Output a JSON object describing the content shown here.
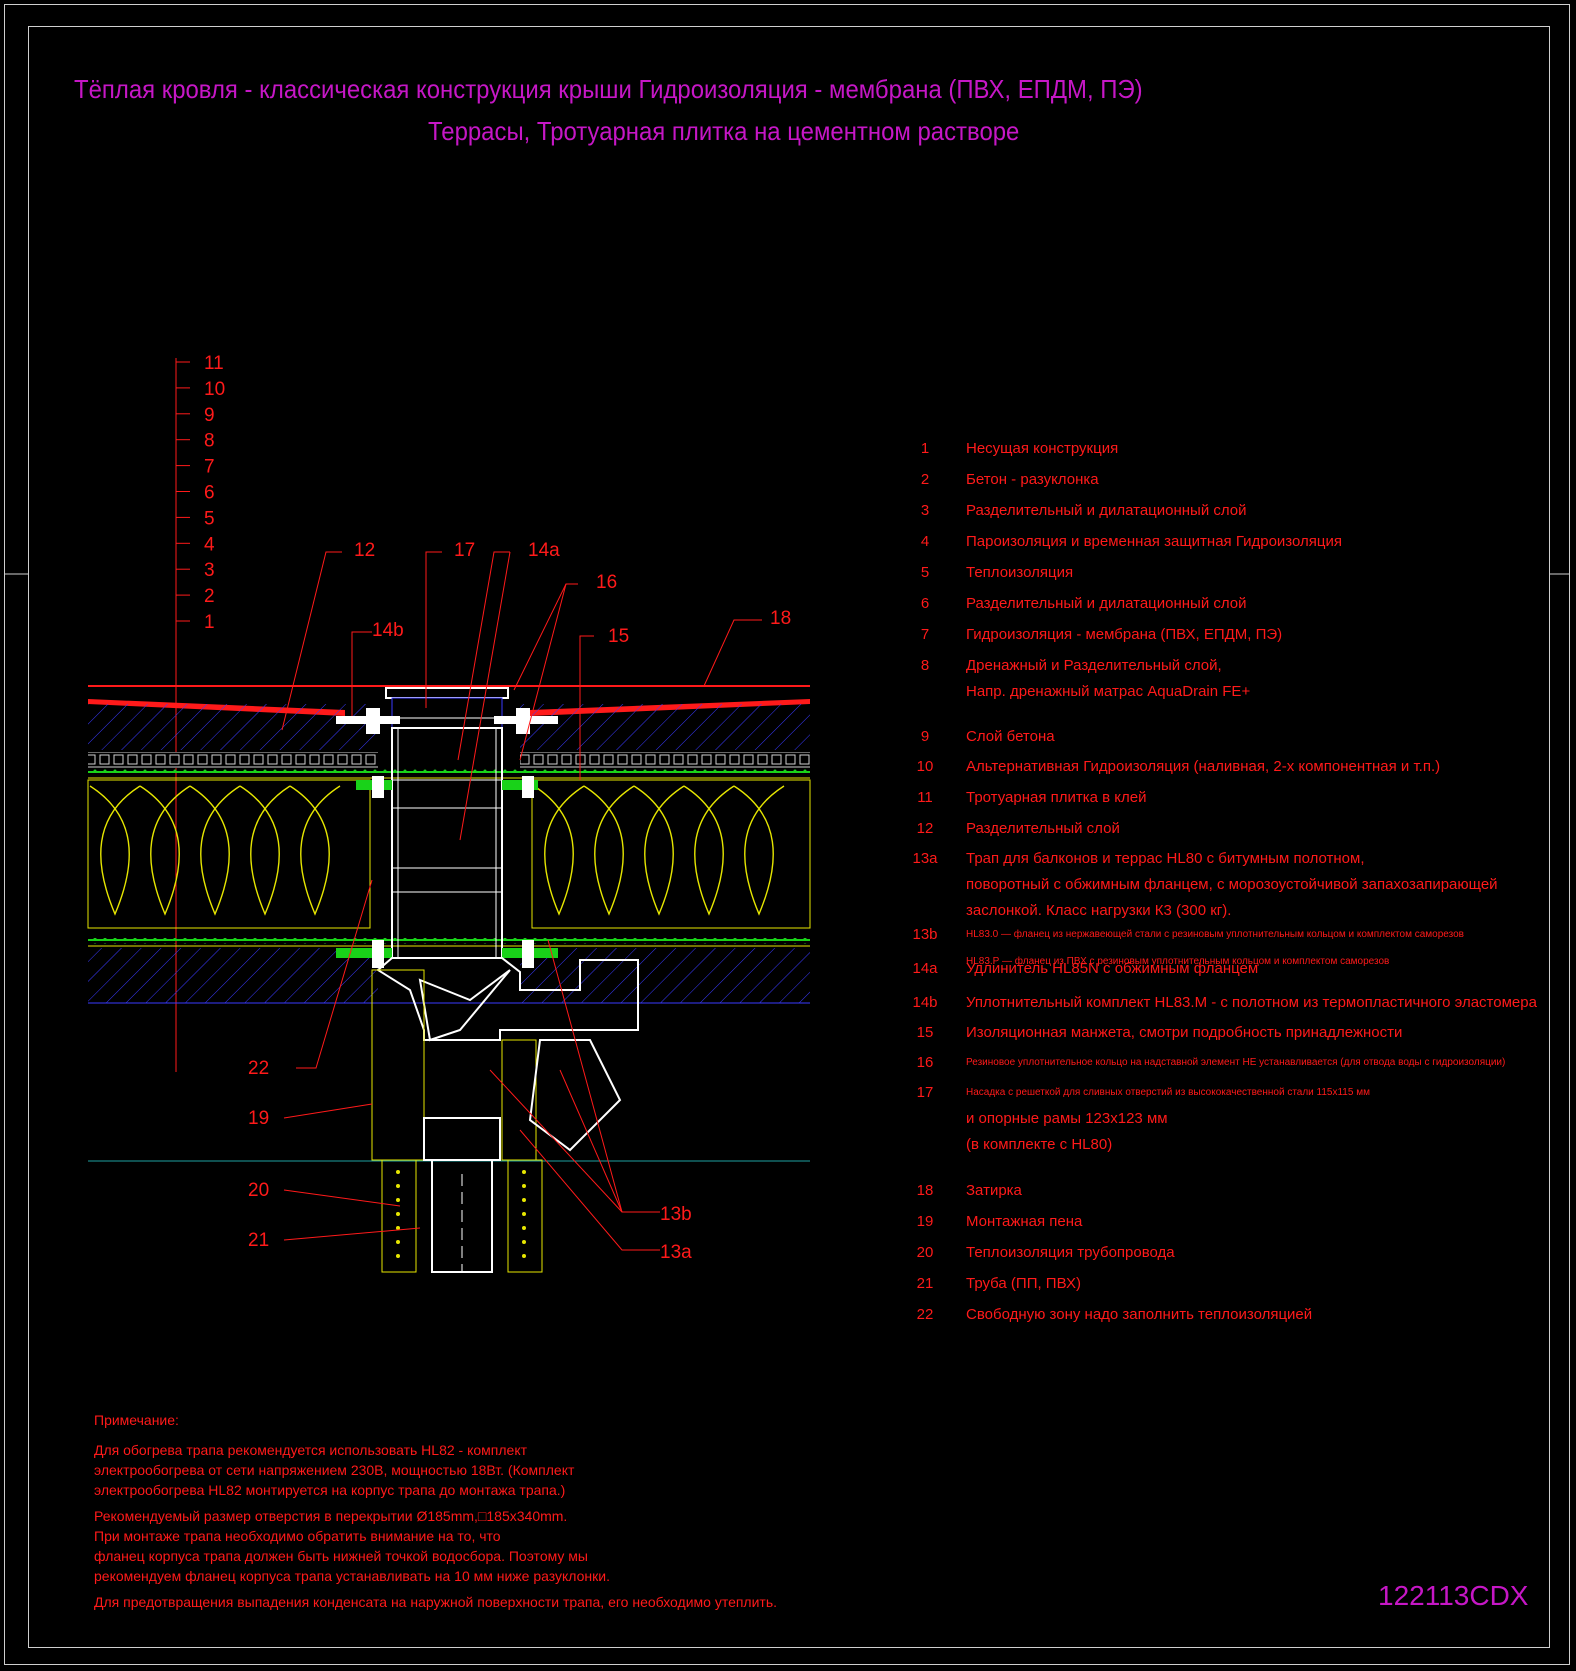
{
  "title": {
    "line1": "Тёплая кровля - классическая конструкция крыши Гидроизоляция - мембрана (ПВХ, ЕПДМ, ПЭ)",
    "line2": "Террасы, Тротуарная плитка на цементном растворе"
  },
  "scale_labels": [
    "11",
    "10",
    "9",
    "8",
    "7",
    "6",
    "5",
    "4",
    "3",
    "2",
    "1"
  ],
  "callouts": [
    "12",
    "17",
    "14a",
    "16",
    "14b",
    "15",
    "18",
    "22",
    "19",
    "20",
    "21",
    "13b",
    "13a"
  ],
  "legend": [
    {
      "num": "1",
      "lines": [
        "Несущая конструкция"
      ]
    },
    {
      "num": "2",
      "lines": [
        "Бетон - разуклонка"
      ]
    },
    {
      "num": "3",
      "lines": [
        "Разделительный и дилатационный слой"
      ]
    },
    {
      "num": "4",
      "lines": [
        "Пароизоляция и временная защитная Гидроизоляция"
      ]
    },
    {
      "num": "5",
      "lines": [
        "Теплоизоляция"
      ]
    },
    {
      "num": "6",
      "lines": [
        "Разделительный и дилатационный слой"
      ]
    },
    {
      "num": "7",
      "lines": [
        "Гидроизоляция - мембрана (ПВХ, ЕПДМ, ПЭ)"
      ]
    },
    {
      "num": "8",
      "lines": [
        "Дренажный и Разделительный слой,",
        "Напр. дренажный матрас AquaDrain FE+"
      ]
    },
    {
      "num": "9",
      "lines": [
        "Слой бетона"
      ]
    },
    {
      "num": "10",
      "lines": [
        "Альтернативная Гидроизоляция (наливная, 2-х компонентная и т.п.)"
      ]
    },
    {
      "num": "11",
      "lines": [
        "Тротуарная плитка в клей"
      ]
    },
    {
      "num": "12",
      "lines": [
        "Разделительный слой"
      ]
    },
    {
      "num": "13a",
      "lines": [
        "Трап для балконов и террас HL80 с битумным полотном,",
        "поворотный с обжимным фланцем, с морозоустойчивой запахозапирающей",
        "заслонкой. Класс нагрузки К3 (300 кг)."
      ]
    },
    {
      "num": "13b",
      "small": true,
      "lines": [
        "HL83.0 — фланец из нержавеющей стали с резиновым уплотнительным кольцом и комплектом саморезов",
        "HL83.P — фланец из ПВХ с резиновым уплотнительным кольцом и комплектом саморезов"
      ]
    },
    {
      "num": "14a",
      "lines": [
        "Удлинитель HL85N с обжимным фланцем"
      ]
    },
    {
      "num": "14b",
      "lines": [
        "Уплотнительный комплект HL83.M - с полотном из термопластичного эластомера"
      ]
    },
    {
      "num": "15",
      "lines": [
        "Изоляционная  манжета, смотри подробность принадлежности"
      ]
    },
    {
      "num": "16",
      "small": true,
      "lines": [
        "Резиновое уплотнительное кольцо на надставной элемент НЕ устанавливается (для отвода воды с гидроизоляции)"
      ]
    },
    {
      "num": "17",
      "small": true,
      "lines": [
        "Насадка с решеткой для сливных отверстий из высококачественной стали 115x115 мм"
      ]
    },
    {
      "num": "",
      "lines": [
        "и опорные рамы 123x123 мм",
        "(в комплекте с HL80)"
      ]
    },
    {
      "num": "18",
      "lines": [
        "Затирка"
      ]
    },
    {
      "num": "19",
      "lines": [
        "Монтажная пена"
      ]
    },
    {
      "num": "20",
      "lines": [
        "Теплоизоляция трубопровода"
      ]
    },
    {
      "num": "21",
      "lines": [
        "Труба (ПП, ПВХ)"
      ]
    },
    {
      "num": "22",
      "lines": [
        "Свободную зону надо заполнить теплоизоляцией"
      ]
    }
  ],
  "notes": {
    "heading": "Примечание:",
    "paragraphs": [
      [
        "Для обогрева трапа рекомендуется использовать HL82 - комплект",
        "электрообогрева от сети напряжением 230В, мощностью 18Вт. (Комплект",
        "электрообогрева HL82 монтируется на корпус трапа до монтажа трапа.)"
      ],
      [
        "Рекомендуемый размер отверстия в перекрытии Ø185mm,□185x340mm.",
        "При монтаже трапа необходимо обратить внимание на то, что",
        "фланец корпуса трапа должен быть нижней точкой водосбора. Поэтому мы",
        "рекомендуем фланец корпуса трапа устанавливать на 10 мм ниже разуклонки."
      ],
      [
        "Для предотвращения выпадения конденсата на наружной поверхности трапа, его необходимо утеплить."
      ]
    ]
  },
  "code": "122113CDX",
  "colors": {
    "red": "#ff1a1a",
    "magenta": "#c617c6",
    "blue": "#3a3aff",
    "yellow": "#e6e600",
    "green": "#19d219",
    "white": "#ffffff",
    "cyan": "#1e9f9f"
  }
}
